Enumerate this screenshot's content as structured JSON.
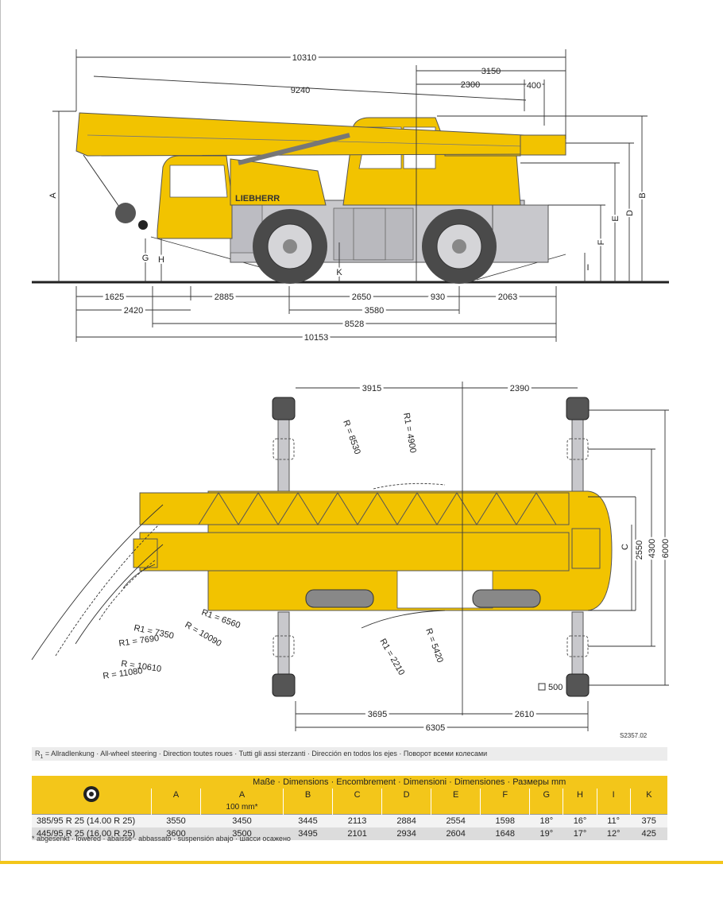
{
  "side_view": {
    "top_dims": [
      "10310",
      "9240",
      "3150",
      "2300",
      "400"
    ],
    "bottom_dims": [
      "1625",
      "2885",
      "2650",
      "930",
      "2063",
      "2420",
      "3580",
      "8528",
      "10153"
    ],
    "height_labels": [
      "A",
      "G",
      "H",
      "K",
      "F",
      "E",
      "D",
      "B",
      "I"
    ],
    "brand": "LIEBHERR"
  },
  "top_view": {
    "dims": [
      "3915",
      "2390",
      "3695",
      "2610",
      "6305",
      "2550",
      "4300",
      "6000",
      "500"
    ],
    "height_label_c": "C",
    "radii": [
      "R = 8530",
      "R1 = 4900",
      "R1 = 6560",
      "R = 10090",
      "R1 = 7350",
      "R1 = 7690",
      "R = 10610",
      "R = 11080",
      "R1 = 2210",
      "R = 5420"
    ],
    "drawing_ref": "S2357.02"
  },
  "steering_note": {
    "sub": "1",
    "text": "= Allradlenkung · All-wheel steering · Direction toutes roues · Tutti gli assi sterzanti · Dirección en todos los ejes · Поворот всеми колесами"
  },
  "table": {
    "caption": "Maße · Dimensions · Encombrement · Dimensioni · Dimensiones · Размеры mm",
    "columns": [
      "A",
      "A",
      "B",
      "C",
      "D",
      "E",
      "F",
      "G",
      "H",
      "I",
      "K"
    ],
    "a_sub": "100 mm*",
    "rows": [
      {
        "tyre": "385/95 R 25 (14.00 R 25)",
        "values": [
          "3550",
          "3450",
          "3445",
          "2113",
          "2884",
          "2554",
          "1598",
          "18°",
          "16°",
          "11°",
          "375"
        ]
      },
      {
        "tyre": "445/95 R 25 (16.00 R 25)",
        "values": [
          "3600",
          "3500",
          "3495",
          "2101",
          "2934",
          "2604",
          "1648",
          "19°",
          "17°",
          "12°",
          "425"
        ]
      }
    ],
    "footnote": "* abgesenkt · lowered · abaissé · abbassato · suspensión abajo · шасси осажено"
  },
  "colors": {
    "accent": "#f3c61a",
    "crane_yellow": "#f2c300",
    "chassis_grey": "#c8c8cc"
  }
}
